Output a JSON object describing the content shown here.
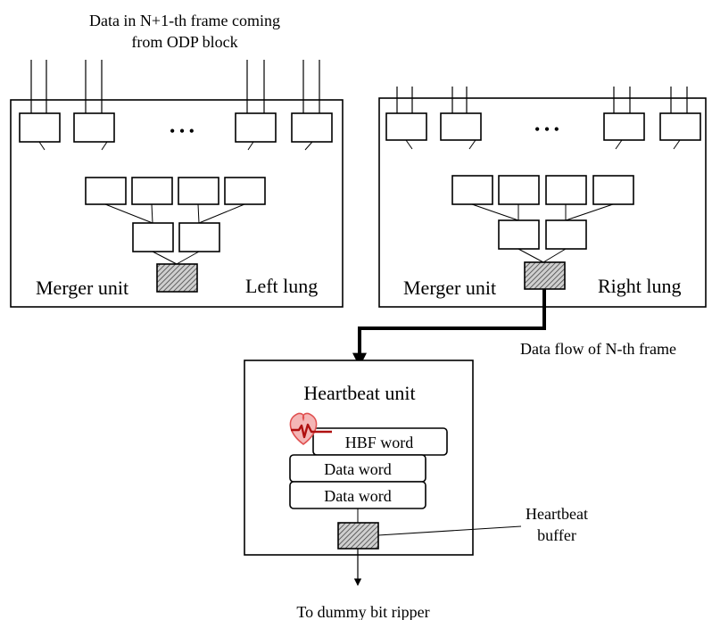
{
  "top_caption": {
    "line1": "Data in N+1-th frame coming",
    "line2": "from ODP block"
  },
  "left_panel": {
    "unit_label": "Merger unit",
    "side_label": "Left lung",
    "ellipsis": "• • •"
  },
  "right_panel": {
    "unit_label": "Merger unit",
    "side_label": "Right lung",
    "ellipsis": "• • •"
  },
  "flow_label": "Data flow of N-th frame",
  "heartbeat_unit": {
    "title": "Heartbeat unit",
    "words": [
      "HBF word",
      "Data word",
      "Data word"
    ],
    "buffer_label_line1": "Heartbeat",
    "buffer_label_line2": "buffer"
  },
  "bottom_caption": "To dummy bit ripper",
  "colors": {
    "heart": "#e05050",
    "pulse": "#b01010",
    "buffer_fill": "#999999"
  }
}
